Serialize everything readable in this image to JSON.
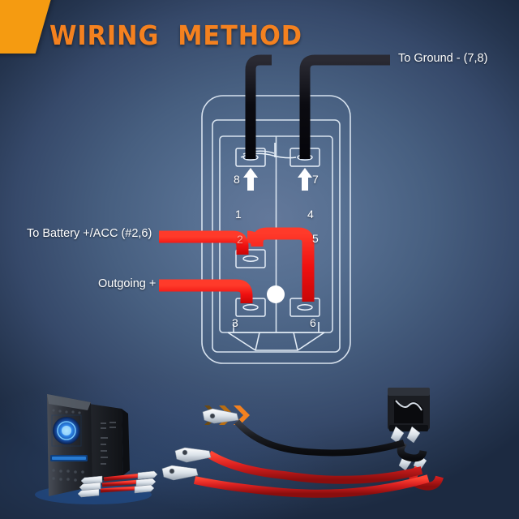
{
  "page": {
    "title": "WIRING  METHOD",
    "background_color": "#4a618a",
    "accent_color": "#f4811f"
  },
  "diagram": {
    "labels": {
      "ground": "To Ground - (7,8)",
      "battery": "To Battery +/ACC (#2,6)",
      "outgoing": "Outgoing +"
    },
    "terminal_numbers": {
      "t8": "8",
      "t7": "7",
      "t1": "1",
      "t4": "4",
      "t2": "2",
      "t5": "5",
      "t3": "3",
      "t6": "6"
    },
    "wire_colors": {
      "ground_wire": "#0a0a10",
      "power_wire": "#ee1111",
      "outline": "#e8f0f8"
    }
  },
  "photo": {
    "switch_led_color": "#2a7fe8",
    "chevron_color": "#f4811f",
    "wire_red": "#d81f1f",
    "wire_black": "#15161a",
    "terminal_silver": "#e9eef3"
  }
}
